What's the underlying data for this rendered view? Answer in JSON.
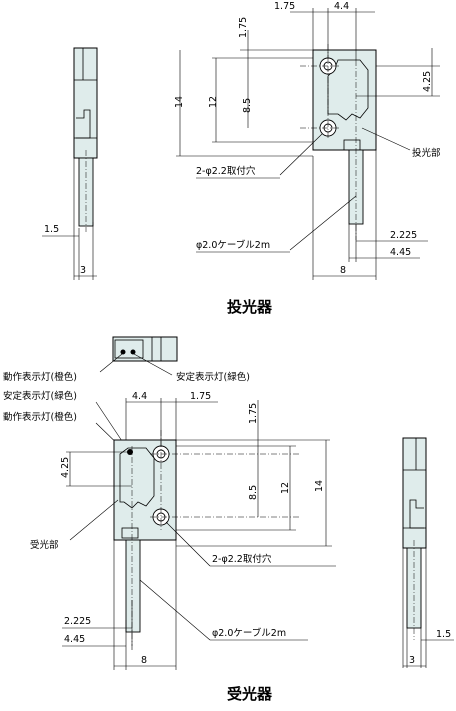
{
  "emitter": {
    "title": "投光器",
    "dims": {
      "d175": "1.75",
      "d44": "4.4",
      "d175v": "1.75",
      "d14": "14",
      "d12": "12",
      "d85": "8.5",
      "d425": "4.25",
      "d15": "1.5",
      "d3": "3",
      "d2225": "2.225",
      "d445": "4.45",
      "d8": "8"
    },
    "labels": {
      "lens": "投光部",
      "mount": "2-φ2.2取付穴",
      "cable": "φ2.0ケーブル2m"
    }
  },
  "receiver": {
    "title": "受光器",
    "dims": {
      "d44": "4.4",
      "d175": "1.75",
      "d175v": "1.75",
      "d425": "4.25",
      "d85": "8.5",
      "d12": "12",
      "d14": "14",
      "d2225": "2.225",
      "d445": "4.45",
      "d8": "8",
      "d15": "1.5",
      "d3": "3"
    },
    "labels": {
      "op_top": "動作表示灯(橙色)",
      "stable_top": "安定表示灯(緑色)",
      "stable_left": "安定表示灯(緑色)",
      "op_left": "動作表示灯(橙色)",
      "lens": "受光部",
      "mount": "2-φ2.2取付穴",
      "cable": "φ2.0ケーブル2m"
    }
  }
}
